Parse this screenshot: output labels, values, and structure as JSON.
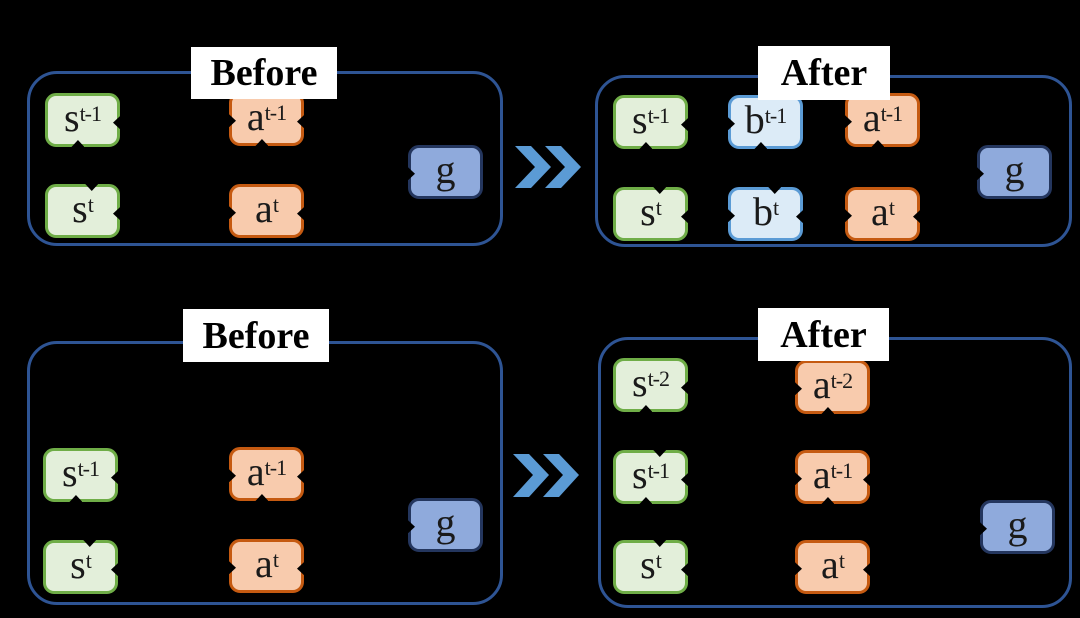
{
  "colors": {
    "background": "#000000",
    "panel_border": "#2E5494",
    "title_bg": "#FFFFFF",
    "title_text": "#000000",
    "node_text": "#1A1A1A",
    "state_fill": "#E3EFDA",
    "state_border": "#6FAD47",
    "belief_fill": "#DCEBF7",
    "belief_border": "#5B9BD5",
    "action_fill": "#F8CBAD",
    "action_border": "#C55A11",
    "goal_fill": "#8FAADC",
    "goal_border": "#24365E",
    "chevron": "#5B9BD5",
    "arrow_marks": "#000000"
  },
  "panels": [
    {
      "id": "top-before",
      "title": "Before",
      "nodes": [
        {
          "id": "s-t-1",
          "base": "s",
          "sup": "t-1",
          "type": "state",
          "marks": [
            "right",
            "bottom"
          ]
        },
        {
          "id": "s-t",
          "base": "s",
          "sup": "t",
          "type": "state",
          "marks": [
            "top",
            "right"
          ]
        },
        {
          "id": "a-t-1",
          "base": "a",
          "sup": "t-1",
          "type": "action",
          "marks": [
            "left",
            "right",
            "bottom"
          ]
        },
        {
          "id": "a-t",
          "base": "a",
          "sup": "t",
          "type": "action",
          "marks": [
            "left",
            "right"
          ]
        },
        {
          "id": "g",
          "base": "g",
          "sup": "",
          "type": "goal",
          "marks": [
            "left"
          ]
        }
      ]
    },
    {
      "id": "top-after",
      "title": "After",
      "nodes": [
        {
          "id": "s-t-1",
          "base": "s",
          "sup": "t-1",
          "type": "state",
          "marks": [
            "right",
            "bottom"
          ]
        },
        {
          "id": "s-t",
          "base": "s",
          "sup": "t",
          "type": "state",
          "marks": [
            "top",
            "right"
          ]
        },
        {
          "id": "b-t-1",
          "base": "b",
          "sup": "t-1",
          "type": "belief",
          "marks": [
            "left",
            "bottom"
          ]
        },
        {
          "id": "b-t",
          "base": "b",
          "sup": "t",
          "type": "belief",
          "marks": [
            "left",
            "top",
            "right"
          ]
        },
        {
          "id": "a-t-1",
          "base": "a",
          "sup": "t-1",
          "type": "action",
          "marks": [
            "left",
            "bottom"
          ]
        },
        {
          "id": "a-t",
          "base": "a",
          "sup": "t",
          "type": "action",
          "marks": [
            "left",
            "right"
          ]
        },
        {
          "id": "g",
          "base": "g",
          "sup": "",
          "type": "goal",
          "marks": [
            "left"
          ]
        }
      ]
    },
    {
      "id": "bottom-before",
      "title": "Before",
      "nodes": [
        {
          "id": "s-t-1",
          "base": "s",
          "sup": "t-1",
          "type": "state",
          "marks": [
            "right",
            "bottom"
          ]
        },
        {
          "id": "s-t",
          "base": "s",
          "sup": "t",
          "type": "state",
          "marks": [
            "top",
            "right"
          ]
        },
        {
          "id": "a-t-1",
          "base": "a",
          "sup": "t-1",
          "type": "action",
          "marks": [
            "left",
            "bottom",
            "right"
          ]
        },
        {
          "id": "a-t",
          "base": "a",
          "sup": "t",
          "type": "action",
          "marks": [
            "left",
            "right"
          ]
        },
        {
          "id": "g",
          "base": "g",
          "sup": "",
          "type": "goal",
          "marks": [
            "left"
          ]
        }
      ]
    },
    {
      "id": "bottom-after",
      "title": "After",
      "nodes": [
        {
          "id": "s-t-2",
          "base": "s",
          "sup": "t-2",
          "type": "state",
          "marks": [
            "right",
            "bottom"
          ]
        },
        {
          "id": "s-t-1",
          "base": "s",
          "sup": "t-1",
          "type": "state",
          "marks": [
            "top",
            "right",
            "bottom"
          ]
        },
        {
          "id": "s-t",
          "base": "s",
          "sup": "t",
          "type": "state",
          "marks": [
            "top",
            "right"
          ]
        },
        {
          "id": "a-t-2",
          "base": "a",
          "sup": "t-2",
          "type": "action",
          "marks": [
            "left",
            "bottom"
          ]
        },
        {
          "id": "a-t-1",
          "base": "a",
          "sup": "t-1",
          "type": "action",
          "marks": [
            "left",
            "bottom",
            "right"
          ]
        },
        {
          "id": "a-t",
          "base": "a",
          "sup": "t",
          "type": "action",
          "marks": [
            "left",
            "right"
          ]
        },
        {
          "id": "g",
          "base": "g",
          "sup": "",
          "type": "goal",
          "marks": [
            "left"
          ]
        }
      ]
    }
  ],
  "chevrons": [
    {
      "icon": "double-chevron-right-icon"
    },
    {
      "icon": "double-chevron-right-icon"
    }
  ]
}
